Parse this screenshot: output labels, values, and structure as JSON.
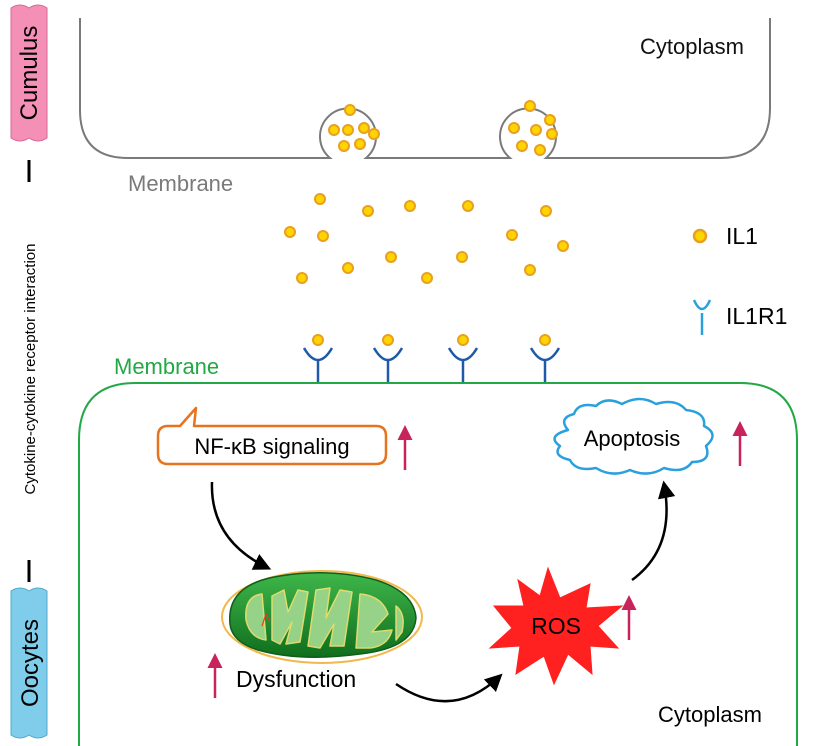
{
  "side": {
    "cumulus": "Cumulus",
    "interaction": "Cytokine-cytokine receptor interaction",
    "oocytes": "Oocytes"
  },
  "cumulus_cell": {
    "cytoplasm": "Cytoplasm",
    "membrane": "Membrane"
  },
  "legend": {
    "il1": "IL1",
    "il1r1": "IL1R1"
  },
  "oocyte": {
    "membrane": "Membrane",
    "cytoplasm": "Cytoplasm",
    "nfkb": "NF-κB signaling",
    "apoptosis": "Apoptosis",
    "ros": "ROS",
    "dysfunction": "Dysfunction"
  },
  "colors": {
    "cumulus_tag": "#f48fb6",
    "oocytes_tag": "#7fcdea",
    "cell_outline": "#7a7a7a",
    "oocyte_membrane": "#22a845",
    "il1_fill": "#ffd400",
    "il1_stroke": "#e8a020",
    "receptor": "#1e5aa8",
    "nfkb_border": "#e8731e",
    "apoptosis_border": "#2aa0dc",
    "ros_fill": "#ff2020",
    "up_arrow": "#c8245a",
    "mito_green": "#1a8a2a"
  }
}
